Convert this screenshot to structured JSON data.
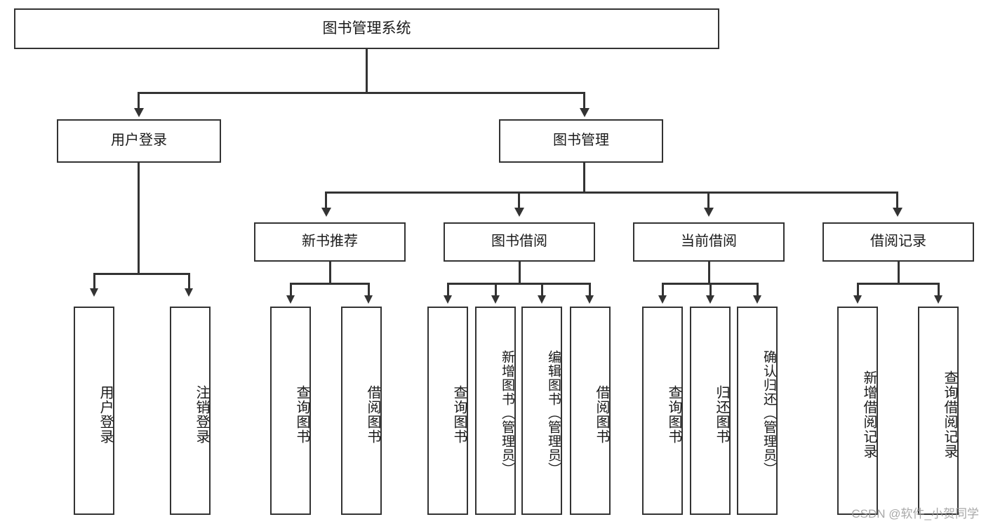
{
  "diagram": {
    "title": "图书管理系统",
    "watermark": "CSDN @软件_小贺同学",
    "colors": {
      "box_border": "#333333",
      "box_fill": "#ffffff",
      "connector": "#333333",
      "text": "#1a1a1a",
      "watermark_text": "#9a9a9a",
      "background": "#ffffff"
    },
    "root": {
      "label": "图书管理系统"
    },
    "level2": [
      {
        "label": "用户登录"
      },
      {
        "label": "图书管理"
      }
    ],
    "level3": [
      {
        "label": "新书推荐"
      },
      {
        "label": "图书借阅"
      },
      {
        "label": "当前借阅"
      },
      {
        "label": "借阅记录"
      }
    ],
    "leaves": {
      "user_login": [
        {
          "label": "用户登录"
        },
        {
          "label": "注销登录"
        }
      ],
      "new_book_recommend": [
        {
          "label": "查询图书"
        },
        {
          "label": "借阅图书"
        }
      ],
      "book_borrow": [
        {
          "label": "查询图书"
        },
        {
          "label": "新增图书（管理员）"
        },
        {
          "label": "编辑图书（管理员）"
        },
        {
          "label": "借阅图书"
        }
      ],
      "current_borrow": [
        {
          "label": "查询图书"
        },
        {
          "label": "归还图书"
        },
        {
          "label": "确认归还（管理员）"
        }
      ],
      "borrow_record": [
        {
          "label": "新增借阅记录"
        },
        {
          "label": "查询借阅记录"
        }
      ]
    }
  },
  "chart_data": {
    "type": "tree-diagram",
    "title": "图书管理系统",
    "orientation": "top-down",
    "levels": 4,
    "nodes": [
      {
        "id": "root",
        "label": "图书管理系统",
        "level": 0,
        "parent": null
      },
      {
        "id": "user-login",
        "label": "用户登录",
        "level": 1,
        "parent": "root"
      },
      {
        "id": "book-manage",
        "label": "图书管理",
        "level": 1,
        "parent": "root"
      },
      {
        "id": "user-login-leaf",
        "label": "用户登录",
        "level": 2,
        "parent": "user-login"
      },
      {
        "id": "user-logout-leaf",
        "label": "注销登录",
        "level": 2,
        "parent": "user-login"
      },
      {
        "id": "new-book",
        "label": "新书推荐",
        "level": 2,
        "parent": "book-manage"
      },
      {
        "id": "book-borrow",
        "label": "图书借阅",
        "level": 2,
        "parent": "book-manage"
      },
      {
        "id": "current-borrow",
        "label": "当前借阅",
        "level": 2,
        "parent": "book-manage"
      },
      {
        "id": "borrow-record",
        "label": "借阅记录",
        "level": 2,
        "parent": "book-manage"
      },
      {
        "id": "nb-query",
        "label": "查询图书",
        "level": 3,
        "parent": "new-book"
      },
      {
        "id": "nb-borrow",
        "label": "借阅图书",
        "level": 3,
        "parent": "new-book"
      },
      {
        "id": "bb-query",
        "label": "查询图书",
        "level": 3,
        "parent": "book-borrow"
      },
      {
        "id": "bb-add",
        "label": "新增图书（管理员）",
        "level": 3,
        "parent": "book-borrow"
      },
      {
        "id": "bb-edit",
        "label": "编辑图书（管理员）",
        "level": 3,
        "parent": "book-borrow"
      },
      {
        "id": "bb-borrow",
        "label": "借阅图书",
        "level": 3,
        "parent": "book-borrow"
      },
      {
        "id": "cb-query",
        "label": "查询图书",
        "level": 3,
        "parent": "current-borrow"
      },
      {
        "id": "cb-return",
        "label": "归还图书",
        "level": 3,
        "parent": "current-borrow"
      },
      {
        "id": "cb-confirm",
        "label": "确认归还（管理员）",
        "level": 3,
        "parent": "current-borrow"
      },
      {
        "id": "br-add",
        "label": "新增借阅记录",
        "level": 3,
        "parent": "borrow-record"
      },
      {
        "id": "br-query",
        "label": "查询借阅记录",
        "level": 3,
        "parent": "borrow-record"
      }
    ]
  }
}
